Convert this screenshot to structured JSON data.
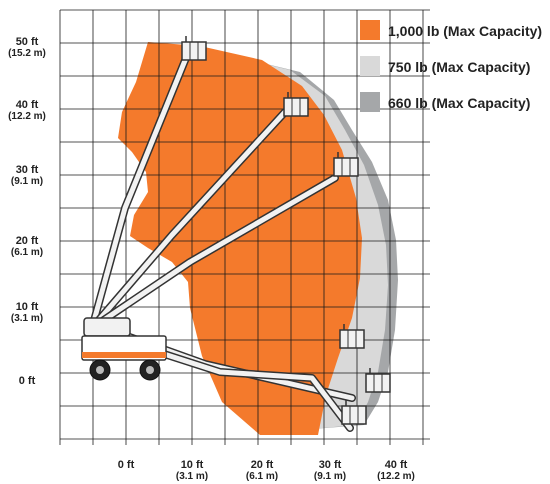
{
  "colors": {
    "max_1000": "#f47a2c",
    "max_750": "#d9d9d9",
    "max_660": "#a5a7a9",
    "grid": "#1a1a1a",
    "boom": "#f2f2f2",
    "outline": "#333333",
    "chassis": "#ffffff"
  },
  "icons": [
    "aerial-lift-machine-icon",
    "work-platform-icon"
  ],
  "legend": [
    {
      "label": "1,000 lb (Max Capacity)",
      "color_key": "max_1000"
    },
    {
      "label": "750 lb (Max Capacity)",
      "color_key": "max_750"
    },
    {
      "label": "660 lb (Max Capacity)",
      "color_key": "max_660"
    }
  ],
  "y_axis": [
    {
      "line1": "50 ft",
      "line2": "(15.2 m)"
    },
    {
      "line1": "40 ft",
      "line2": "(12.2 m)"
    },
    {
      "line1": "30 ft",
      "line2": "(9.1 m)"
    },
    {
      "line1": "20 ft",
      "line2": "(6.1 m)"
    },
    {
      "line1": "10 ft",
      "line2": "(3.1 m)"
    },
    {
      "line1": "0 ft",
      "line2": ""
    }
  ],
  "x_axis": [
    {
      "line1": "0 ft",
      "line2": ""
    },
    {
      "line1": "10 ft",
      "line2": "(3.1 m)"
    },
    {
      "line1": "20 ft",
      "line2": "(6.1 m)"
    },
    {
      "line1": "30 ft",
      "line2": "(9.1 m)"
    },
    {
      "line1": "40 ft",
      "line2": "(12.2 m)"
    }
  ]
}
